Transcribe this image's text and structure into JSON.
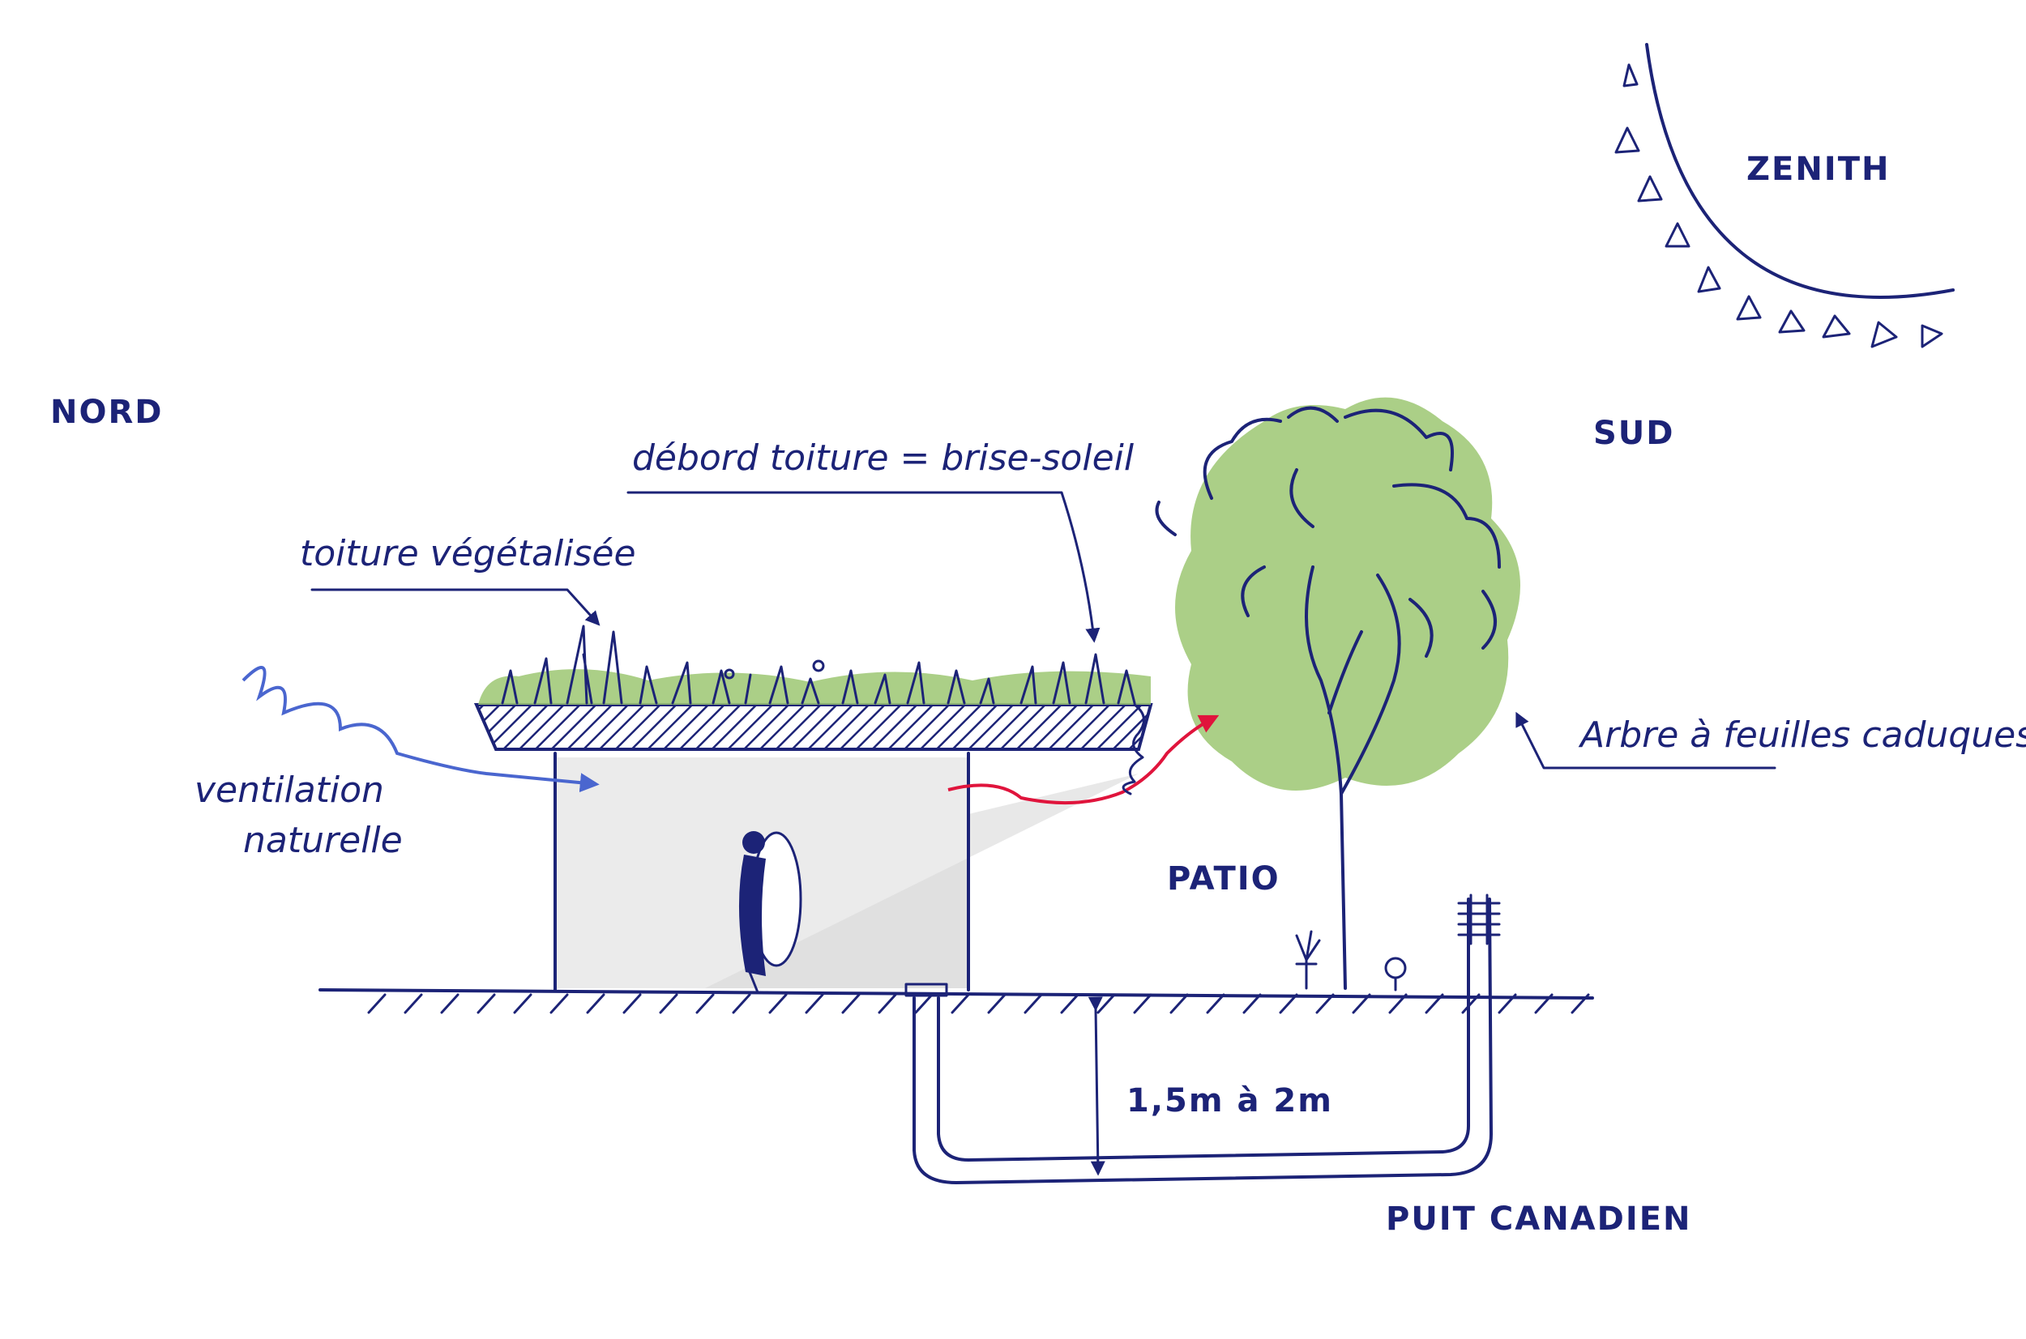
{
  "labels": {
    "nord": "NORD",
    "sud": "SUD",
    "zenith": "ZENITH",
    "roof_overhang": "débord toiture = brise-soleil",
    "green_roof": "toiture végétalisée",
    "ventilation_line1": "ventilation",
    "ventilation_line2": "naturelle",
    "tree": "Arbre à feuilles caduques",
    "patio": "PATIO",
    "depth": "1,5m à 2m",
    "canadian_well": "PUIT CANADIEN"
  },
  "colors": {
    "ink": "#1c2377",
    "cool_air": "#4a66cf",
    "warm_air": "#e0143c",
    "foliage": "#9cc772",
    "interior": "#ebebeb"
  }
}
